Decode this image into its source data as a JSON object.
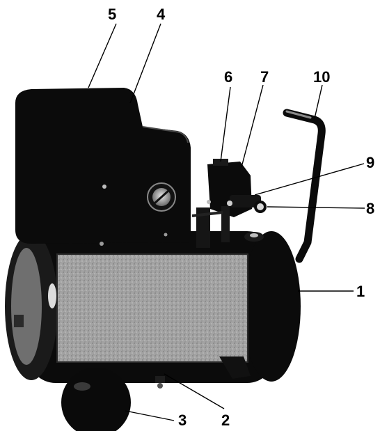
{
  "figure": {
    "callouts": [
      {
        "id": "c1",
        "label": "1"
      },
      {
        "id": "c2",
        "label": "2"
      },
      {
        "id": "c3",
        "label": "3"
      },
      {
        "id": "c4",
        "label": "4"
      },
      {
        "id": "c5",
        "label": "5"
      },
      {
        "id": "c6",
        "label": "6"
      },
      {
        "id": "c7",
        "label": "7"
      },
      {
        "id": "c8",
        "label": "8"
      },
      {
        "id": "c9",
        "label": "9"
      },
      {
        "id": "c10",
        "label": "10"
      }
    ]
  },
  "colors": {
    "ink": "#000000",
    "body_dark": "#0b0b0b",
    "panel_grey": "#9a9a9a",
    "highlight": "#cfcfcf",
    "background": "#ffffff"
  }
}
